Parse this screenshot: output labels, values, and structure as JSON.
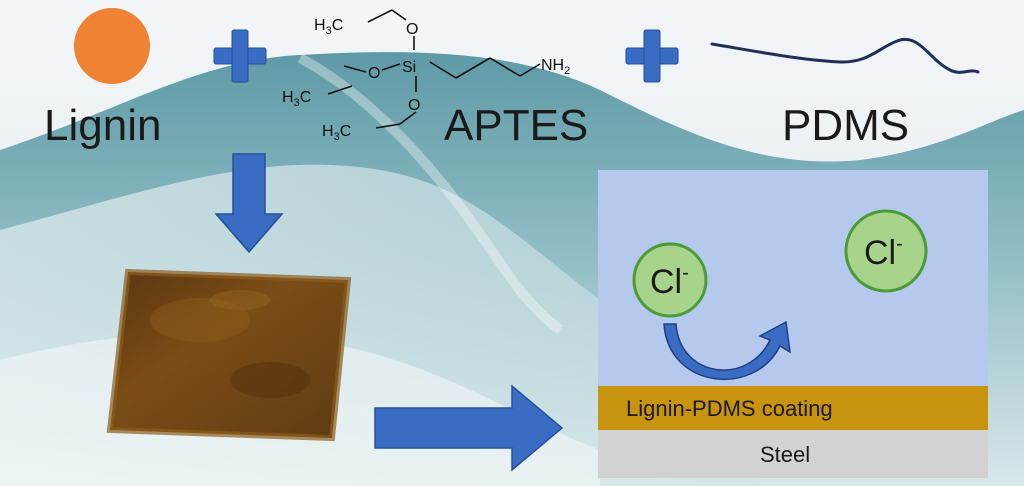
{
  "reactants": {
    "lignin_label": "Lignin",
    "aptes_label": "APTES",
    "pdms_label": "PDMS"
  },
  "aptes_structure": {
    "methyl": "H",
    "methyl_sub": "3",
    "methyl_c": "C",
    "oxygen": "O",
    "silicon": "Si",
    "amine": "NH",
    "amine_sub": "2"
  },
  "coating": {
    "ion_symbol": "Cl",
    "ion_charge": "-",
    "coating_label": "Lignin-PDMS coating",
    "substrate_label": "Steel"
  },
  "colors": {
    "lignin_circle": "#ee8433",
    "plus_sign": "#3a6cc4",
    "arrow": "#3a6cc4",
    "ion_fill": "#a8d38a",
    "ion_border": "#4c9a3a",
    "solution": "#b4c9ec",
    "coating_layer": "#c89410",
    "steel_layer": "#d2d2d2",
    "film": "#6e4512"
  },
  "icons": [
    "plus-icon",
    "down-arrow-icon",
    "right-arrow-icon",
    "curved-arrow-icon",
    "pdms-chain-icon"
  ]
}
